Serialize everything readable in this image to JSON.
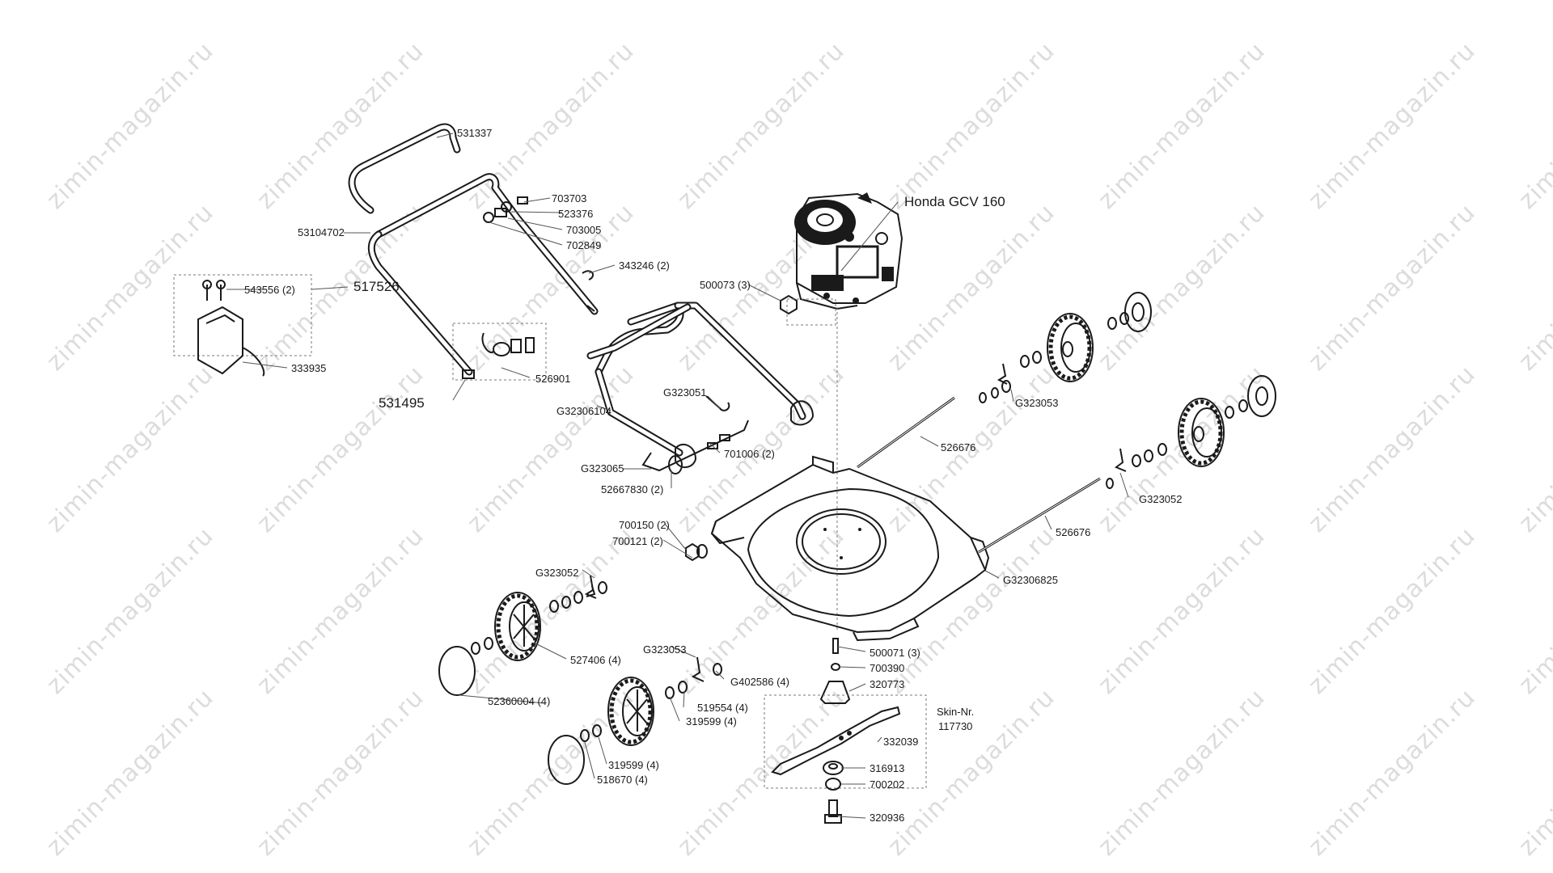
{
  "watermark": "zimin-magazin.ru",
  "engine_label": "Honda GCV 160",
  "labels": {
    "l531337": "531337",
    "l53104702": "53104702",
    "l703703": "703703",
    "l523376": "523376",
    "l703005": "703005",
    "l702849": "702849",
    "l343246": "343246 (2)",
    "l543556": "543556 (2)",
    "l517526": "517526",
    "l333935": "333935",
    "l526901": "526901",
    "l531495": "531495",
    "l500073": "500073 (3)",
    "lG323051": "G323051",
    "lG32306104": "G32306104",
    "l701006": "701006 (2)",
    "lG323065": "G323065",
    "l52667830": "52667830 (2)",
    "lG323053a": "G323053",
    "l526676a": "526676",
    "lG323052a": "G323052",
    "l526676b": "526676",
    "l700150": "700150 (2)",
    "l700121": "700121 (2)",
    "lG323052b": "G323052",
    "lG32306825": "G32306825",
    "l527406": "527406 (4)",
    "lG323053b": "G323053",
    "lG402586": "G402586 (4)",
    "l500071": "500071 (3)",
    "l700390": "700390",
    "l320773": "320773",
    "l52360004": "52360004 (4)",
    "l519554": "519554 (4)",
    "l319599a": "319599 (4)",
    "l319599b": "319599 (4)",
    "l518670": "518670 (4)",
    "l332039": "332039",
    "lskin1": "Skin-Nr.",
    "lskin2": "117730",
    "l316913": "316913",
    "l700202": "700202",
    "l320936": "320936"
  },
  "colors": {
    "line": "#1a1a1a",
    "watermark": "#dcdcdc",
    "background": "#ffffff"
  }
}
